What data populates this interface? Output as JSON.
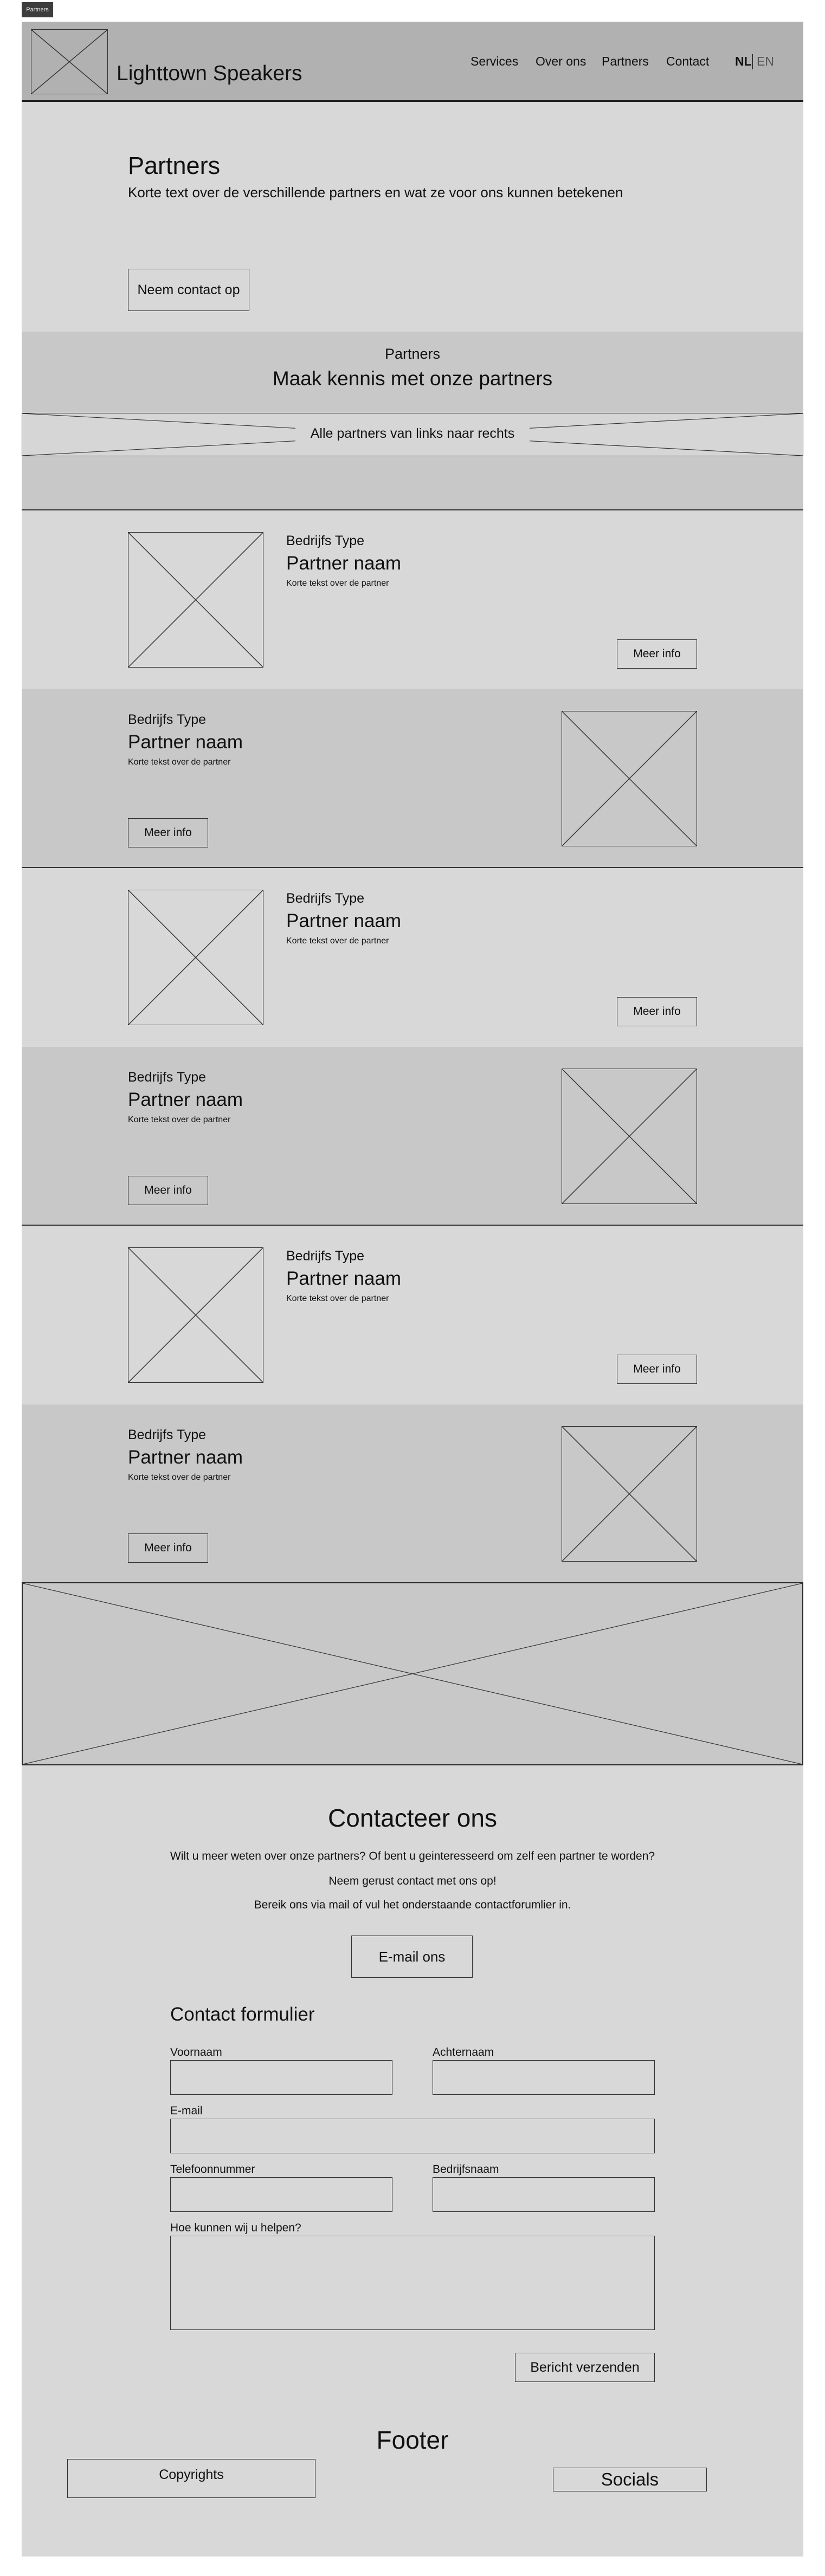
{
  "frame_tab": "Partners",
  "header": {
    "brand": "Lighttown Speakers",
    "nav": [
      "Services",
      "Over ons",
      "Partners",
      "Contact"
    ],
    "lang_active": "NL",
    "lang_inactive": "EN"
  },
  "hero": {
    "title": "Partners",
    "subtitle": "Korte text over de verschillende partners en wat ze voor ons kunnen betekenen",
    "cta": "Neem contact op"
  },
  "partners_intro": {
    "eyebrow": "Partners",
    "title": "Maak kennis met onze partners",
    "slider_text": "Alle partners van links naar rechts"
  },
  "partners": [
    {
      "type": "Bedrijfs Type",
      "name": "Partner naam",
      "desc": "Korte tekst over de partner",
      "button": "Meer info"
    },
    {
      "type": "Bedrijfs Type",
      "name": "Partner naam",
      "desc": "Korte tekst over de partner",
      "button": "Meer info"
    },
    {
      "type": "Bedrijfs Type",
      "name": "Partner naam",
      "desc": "Korte tekst over de partner",
      "button": "Meer info"
    },
    {
      "type": "Bedrijfs Type",
      "name": "Partner naam",
      "desc": "Korte tekst over de partner",
      "button": "Meer info"
    },
    {
      "type": "Bedrijfs Type",
      "name": "Partner naam",
      "desc": "Korte tekst over de partner",
      "button": "Meer info"
    },
    {
      "type": "Bedrijfs Type",
      "name": "Partner naam",
      "desc": "Korte tekst over de partner",
      "button": "Meer info"
    }
  ],
  "contact": {
    "title": "Contacteer ons",
    "line1": "Wilt u meer weten over onze partners? Of bent u geinteresseerd om zelf een partner te worden?",
    "line2": "Neem gerust contact met ons op!",
    "line3": "Bereik ons via mail of vul het onderstaande contactforumlier in.",
    "email_button": "E-mail ons"
  },
  "form": {
    "title": "Contact formulier",
    "first_name_label": "Voornaam",
    "last_name_label": "Achternaam",
    "email_label": "E-mail",
    "phone_label": "Telefoonnummer",
    "company_label": "Bedrijfsnaam",
    "message_label": "Hoe kunnen wij u helpen?",
    "submit": "Bericht verzenden"
  },
  "footer": {
    "title": "Footer",
    "copyrights": "Copyrights",
    "socials": "Socials"
  }
}
